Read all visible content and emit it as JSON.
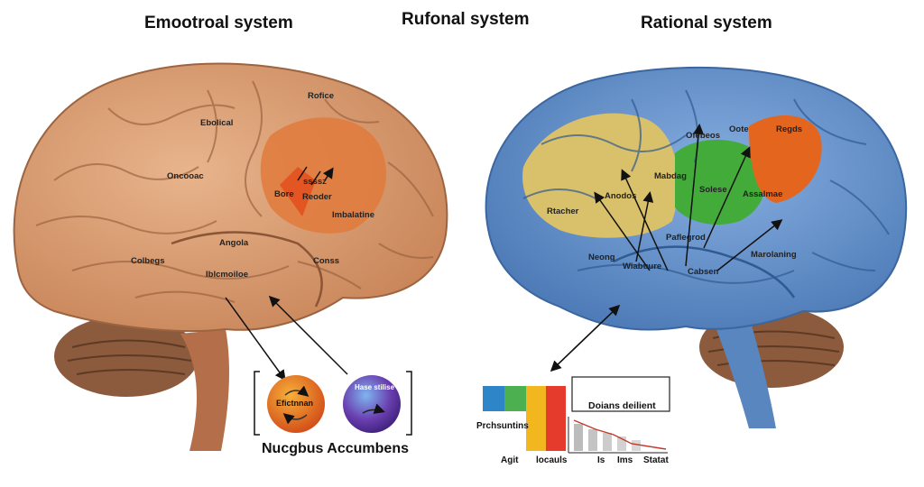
{
  "titles": {
    "left": "Emootroal system",
    "center": "Rufonal system",
    "right": "Rational system"
  },
  "left_brain": {
    "labels": [
      "Rofice",
      "Ebolical",
      "Oncooac",
      "Bore",
      "Reoder",
      "Imbalatine",
      "Angola",
      "Colbegs",
      "Iblcmoiloe",
      "Conss"
    ],
    "arrow_label": "ssssz"
  },
  "right_brain": {
    "labels": [
      "Ofebeos",
      "Oote",
      "Regds",
      "Mabdag",
      "Anodos",
      "Solese",
      "Assalmae",
      "Rtacher",
      "Paflegrod",
      "Neong",
      "Wiabuure",
      "Cabsen",
      "Marolaning"
    ]
  },
  "nucleus": {
    "orange_ball": "Efictnnan",
    "purple_ball": "Hase stilise",
    "caption": "Nucgbus Accumbens"
  },
  "chart_panel": {
    "box_title": "Doians deilient",
    "side_label": "Prchsuntins",
    "x_labels": [
      "Agit",
      "locauls",
      "Is",
      "Ims",
      "Statat"
    ]
  },
  "colors": {
    "left_brain": "#d49a6f",
    "right_brain": "#5f8fc8",
    "yellow_region": "#d9c06a",
    "green_region": "#43ab3a",
    "orange_region": "#e4651e",
    "bar_blue": "#2e86c8",
    "bar_green": "#4caf50",
    "bar_yellow": "#f2b71f",
    "bar_red": "#e53b2c"
  }
}
